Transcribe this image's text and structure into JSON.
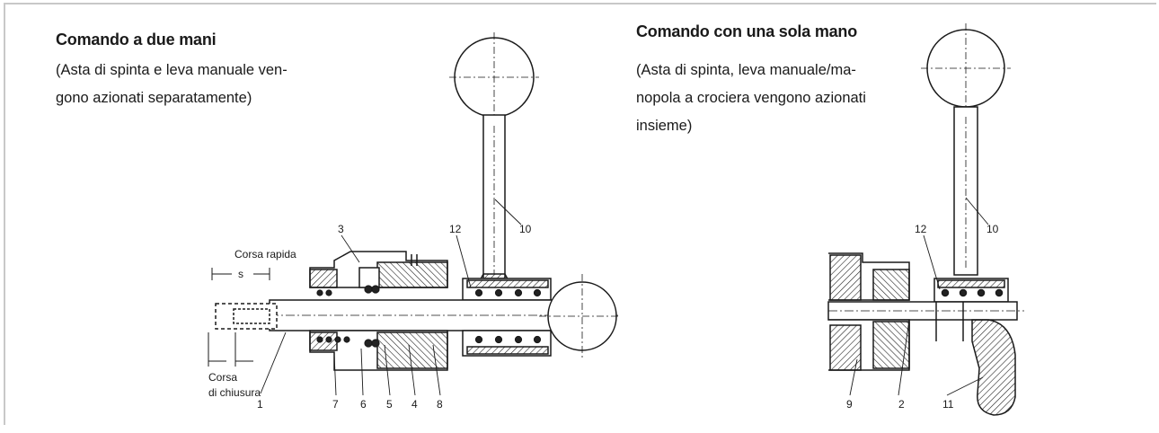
{
  "left_panel": {
    "title": "Comando a due mani",
    "description_lines": [
      "(Asta di spinta e leva manuale ven-",
      "gono azionati separatamente)"
    ]
  },
  "right_panel": {
    "title": "Comando con una sola mano",
    "description_lines": [
      "(Asta di spinta, leva manuale/ma-",
      "nopola a crociera vengono azionati",
      "insieme)"
    ]
  },
  "left_diagram": {
    "labels": {
      "quick_stroke": "Corsa rapida",
      "s": "s",
      "closing_stroke_1": "Corsa",
      "closing_stroke_2": "di chiusura",
      "n1": "1",
      "n3": "3",
      "n4": "4",
      "n5": "5",
      "n6": "6",
      "n7": "7",
      "n8": "8",
      "n10": "10",
      "n12": "12"
    }
  },
  "right_diagram": {
    "labels": {
      "n2": "2",
      "n9": "9",
      "n10": "10",
      "n11": "11",
      "n12": "12"
    }
  }
}
